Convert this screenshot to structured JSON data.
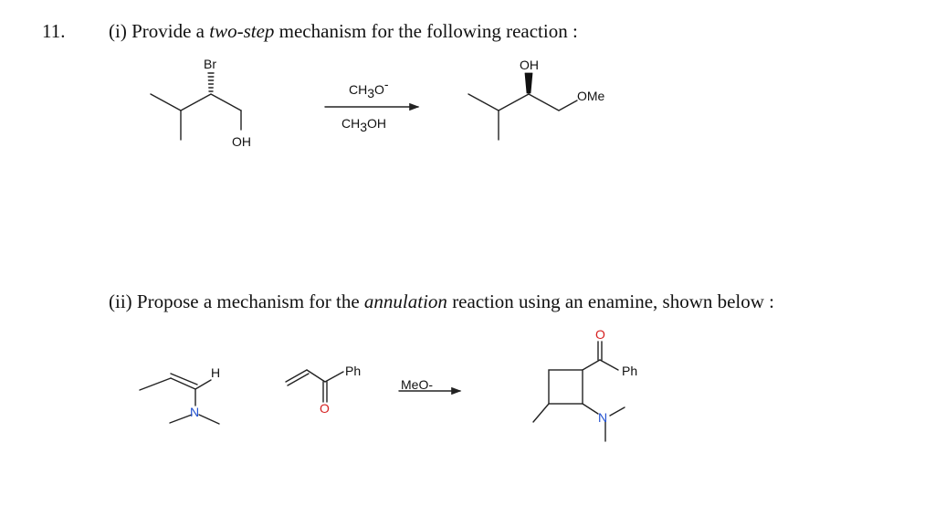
{
  "question": {
    "number": "11.",
    "part1": {
      "prefix": "(i) Provide a ",
      "emphasis": "two-step",
      "suffix": " mechanism for the following reaction :"
    },
    "part2": {
      "prefix": "(ii) Propose a mechanism for the ",
      "emphasis": "annulation",
      "suffix": " reaction using an enamine, shown below :"
    }
  },
  "reaction1": {
    "reactant": {
      "br_label": "Br",
      "oh_label": "OH"
    },
    "reagent_top": {
      "base": "CH",
      "sub": "3",
      "tail": "O",
      "sup": "-"
    },
    "reagent_bottom": {
      "base": "CH",
      "sub": "3",
      "tail": "OH"
    },
    "product": {
      "oh_label": "OH",
      "ome_label": "OMe"
    }
  },
  "reaction2": {
    "enamine": {
      "h_label": "H",
      "n_label": "N"
    },
    "enone": {
      "ph_label": "Ph",
      "o_label": "O"
    },
    "reagent": "MeO-",
    "product": {
      "o_label": "O",
      "ph_label": "Ph",
      "n_label": "N"
    }
  },
  "colors": {
    "oxygen": "#d62020",
    "nitrogen": "#2050d0",
    "text": "#111111"
  }
}
